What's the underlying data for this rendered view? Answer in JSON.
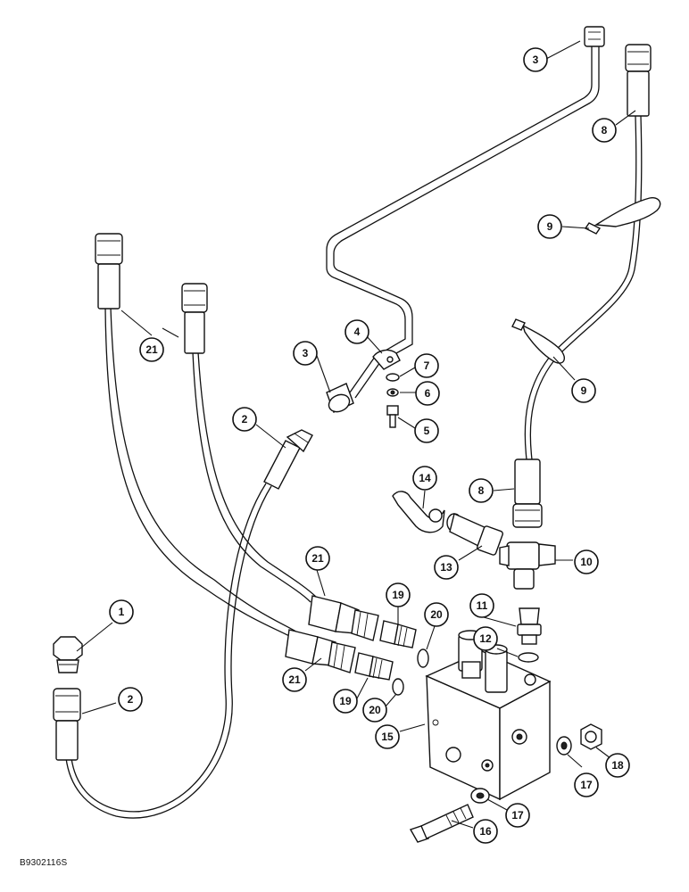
{
  "figure_code": "B9302116S",
  "callouts": {
    "c1": "1",
    "c2a": "2",
    "c2b": "2",
    "c3a": "3",
    "c3b": "3",
    "c4": "4",
    "c5": "5",
    "c6": "6",
    "c7": "7",
    "c8a": "8",
    "c8b": "8",
    "c9a": "9",
    "c9b": "9",
    "c10": "10",
    "c11": "11",
    "c12": "12",
    "c13": "13",
    "c14": "14",
    "c15": "15",
    "c16": "16",
    "c17a": "17",
    "c17b": "17",
    "c18": "18",
    "c19a": "19",
    "c19b": "19",
    "c20a": "20",
    "c20b": "20",
    "c21a": "21",
    "c21b": "21",
    "c21c": "21"
  }
}
